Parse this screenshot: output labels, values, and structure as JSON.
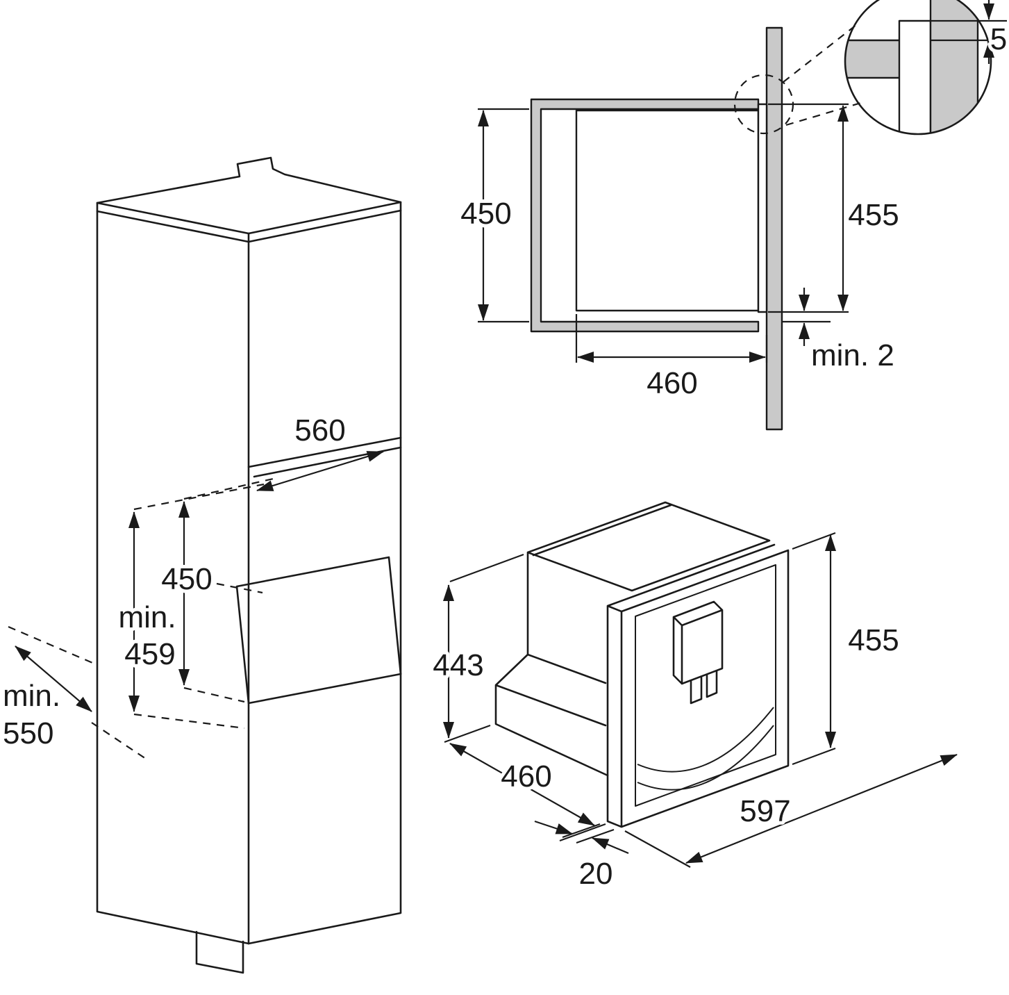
{
  "style": {
    "line_color": "#1a1a1a",
    "panel_fill": "#c9c9c9",
    "background": "#ffffff"
  },
  "labels": {
    "cabinet": {
      "niche_width": "560",
      "niche_height": "450",
      "min_inner_height_line1": "min.",
      "min_inner_height_line2": "459",
      "min_depth_line1": "min.",
      "min_depth_line2": "550"
    },
    "section": {
      "niche_height": "450",
      "front_height": "455",
      "depth": "460",
      "bottom_gap": "min. 2",
      "top_gap": "5"
    },
    "appliance": {
      "body_height": "443",
      "body_depth": "460",
      "front_height": "455",
      "front_width": "597",
      "front_thickness": "20"
    }
  }
}
